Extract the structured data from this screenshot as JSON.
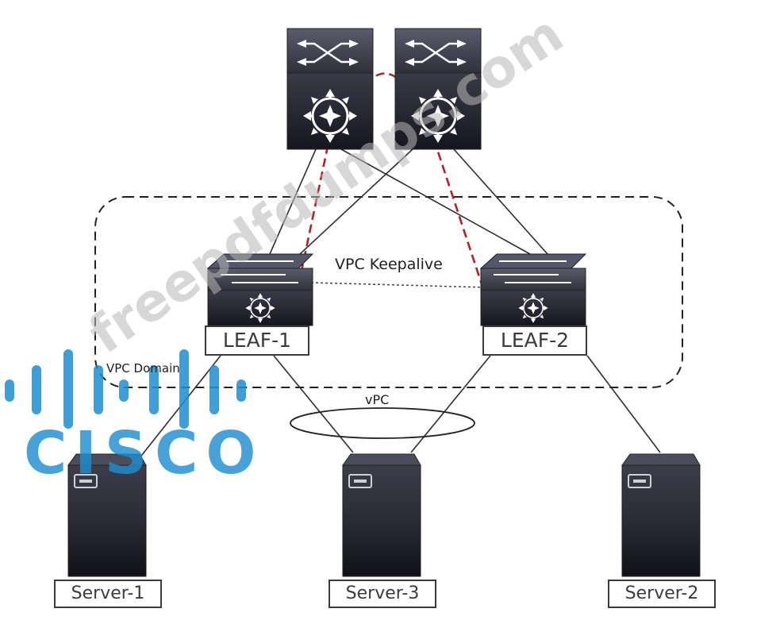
{
  "labels": {
    "vpc_keepalive": "VPC Keepalive",
    "vpc_domain": "VPC Domain",
    "vpc": "vPC"
  },
  "leaves": [
    {
      "name": "LEAF-1"
    },
    {
      "name": "LEAF-2"
    }
  ],
  "servers": [
    {
      "name": "Server-1"
    },
    {
      "name": "Server-3"
    },
    {
      "name": "Server-2"
    }
  ],
  "logo": {
    "text": "CISCO",
    "color": "#1f8ed1"
  },
  "watermark": {
    "text": "freepdfdumps.com"
  },
  "colors": {
    "device_body": "#2a2b35",
    "device_face": "#4a4b5a",
    "peer_link": "#b0232a",
    "link": "#2e2e2e"
  },
  "icons": [
    "spine-switch-icon",
    "leaf-switch-icon",
    "server-icon",
    "cisco-logo-icon"
  ]
}
